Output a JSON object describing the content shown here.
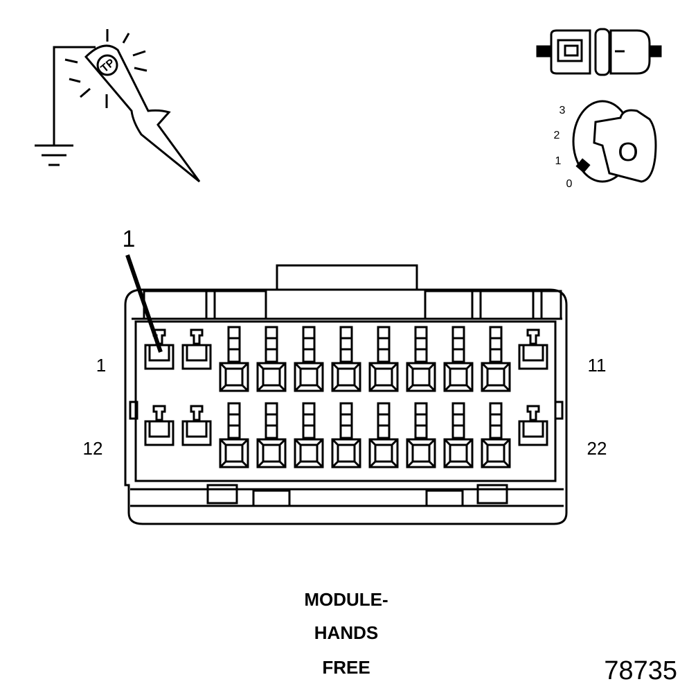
{
  "callout": {
    "number": "1"
  },
  "pin_labels": {
    "top_left": "1",
    "top_right": "11",
    "bottom_left": "12",
    "bottom_right": "22"
  },
  "key_positions": [
    "3",
    "2",
    "1",
    "0"
  ],
  "key_face": "O",
  "module_title": [
    "MODULE-",
    "HANDS",
    "FREE"
  ],
  "figure_number": "78735",
  "icons": {
    "probe": "test-probe-to-ground-icon",
    "connector": "connector-disconnected-icon",
    "ignition": "ignition-key-off-icon"
  },
  "colors": {
    "ink": "#000000",
    "paper": "#ffffff"
  }
}
